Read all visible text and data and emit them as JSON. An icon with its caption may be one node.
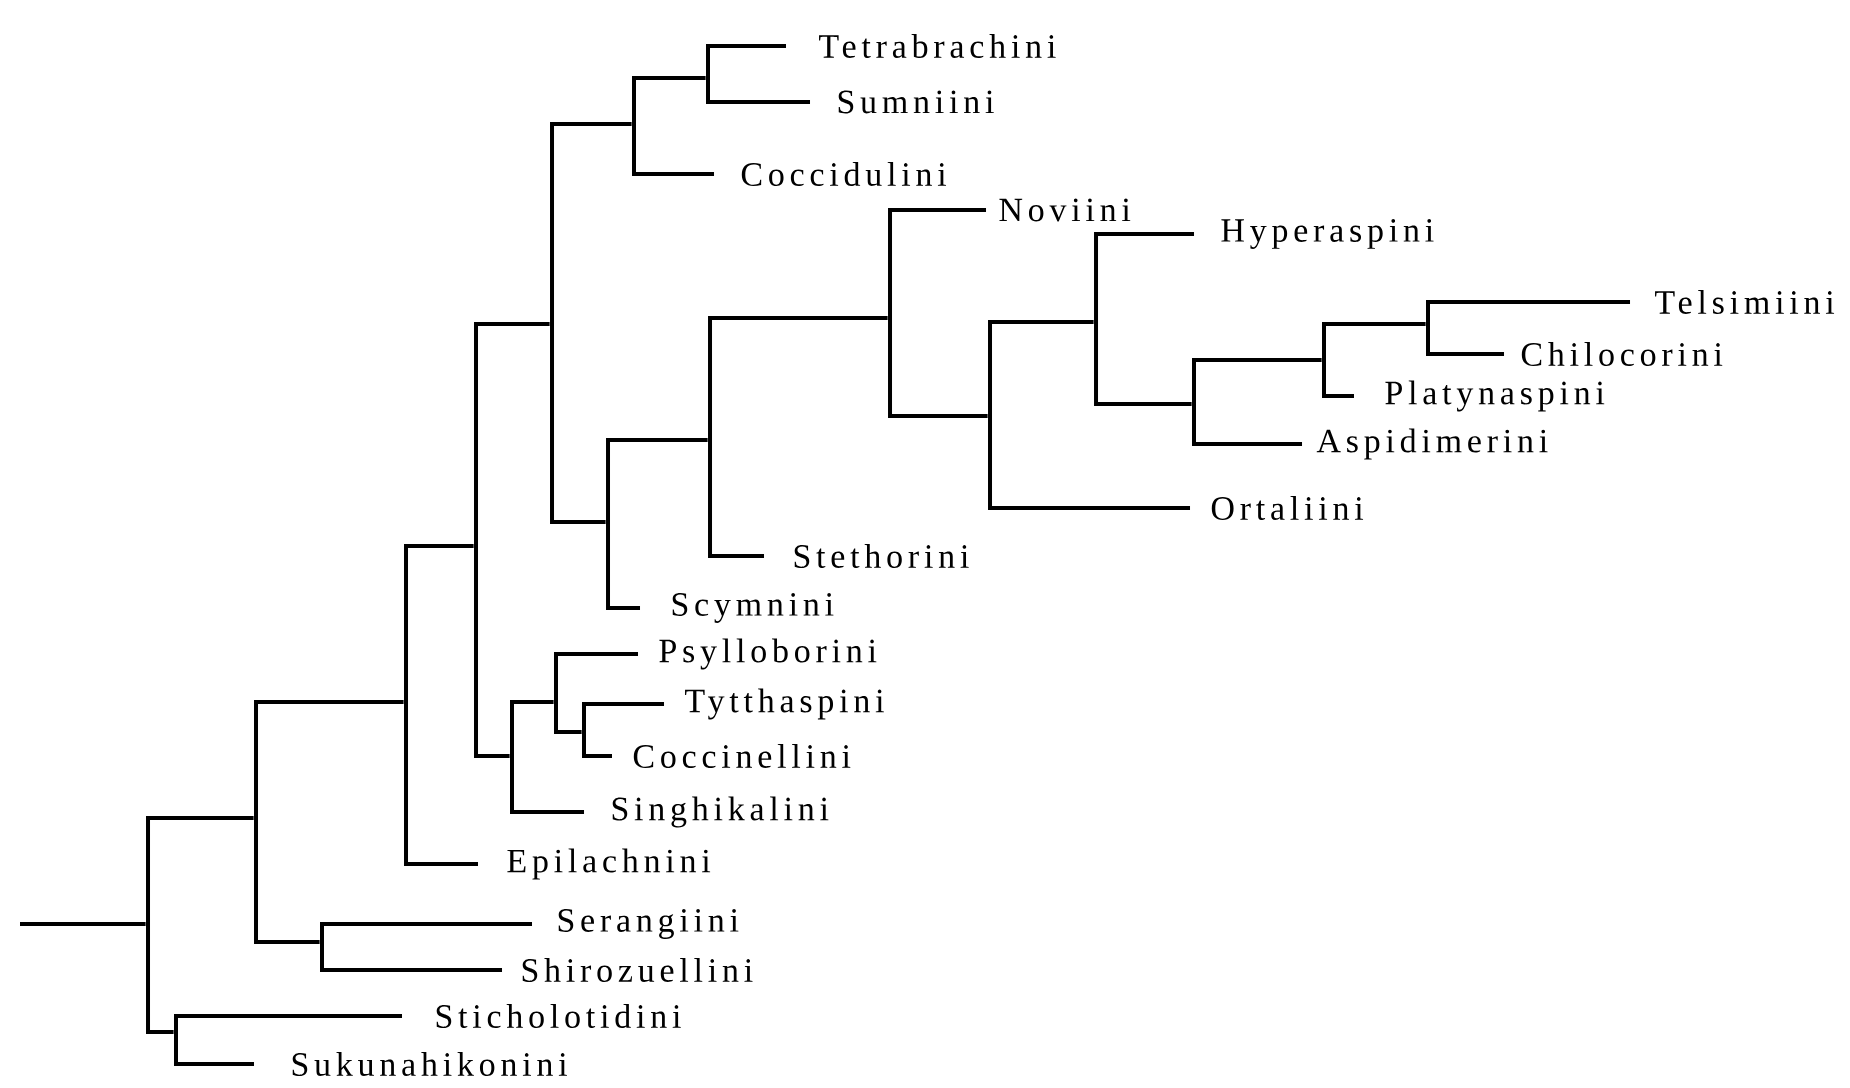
{
  "diagram": {
    "nodes": [
      {
        "text": [
          "Tetrabrachini"
        ]
      },
      {
        "text": [
          "Sumniini"
        ]
      },
      {
        "text": [
          "Coccidulini"
        ]
      },
      {
        "text": [
          "Noviini"
        ]
      },
      {
        "text": [
          "Hyperaspini"
        ]
      },
      {
        "text": [
          "Telsimiini"
        ]
      },
      {
        "text": [
          "Chilocorini"
        ]
      },
      {
        "text": [
          "Platynaspini"
        ]
      },
      {
        "text": [
          "Aspidimerini"
        ]
      },
      {
        "text": [
          "Ortaliini"
        ]
      },
      {
        "text": [
          "Stethorini"
        ]
      },
      {
        "text": [
          "Scymnini"
        ]
      },
      {
        "text": [
          "Psylloborini"
        ]
      },
      {
        "text": [
          "Tytthaspini"
        ]
      },
      {
        "text": [
          "Coccinellini"
        ]
      },
      {
        "text": [
          "Singhikalini"
        ]
      },
      {
        "text": [
          "Epilachnini"
        ]
      },
      {
        "text": [
          "Serangiini"
        ]
      },
      {
        "text": [
          "Shirozuellini"
        ]
      },
      {
        "text": [
          "Sticholotidini"
        ]
      },
      {
        "text": [
          "Sukunahikonini"
        ]
      },
      {
        "text": [],
        "shape": "bar"
      },
      {
        "text": [],
        "shape": "bar"
      },
      {
        "text": [],
        "shape": "bar"
      },
      {
        "text": [],
        "shape": "bar"
      },
      {
        "text": [],
        "shape": "bar"
      },
      {
        "text": [],
        "shape": "bar"
      },
      {
        "text": [],
        "shape": "bar"
      },
      {
        "text": [],
        "shape": "bar"
      },
      {
        "text": [],
        "shape": "bar"
      },
      {
        "text": [],
        "shape": "bar"
      },
      {
        "text": [],
        "shape": "bar"
      },
      {
        "text": [],
        "shape": "bar"
      },
      {
        "text": [],
        "shape": "bar"
      },
      {
        "text": [],
        "shape": "bar"
      },
      {
        "text": [],
        "shape": "bar"
      },
      {
        "text": [],
        "shape": "bar"
      },
      {
        "text": [],
        "shape": "bar"
      },
      {
        "text": [],
        "shape": "bar"
      },
      {
        "text": [],
        "shape": "bar"
      },
      {
        "text": [],
        "shape": "bar"
      }
    ],
    "edges": [
      {
        "from": null,
        "to": 21,
        "arrow": "none"
      },
      {
        "from": 21,
        "to": 22,
        "arrow": "none"
      },
      {
        "from": 21,
        "to": 40,
        "arrow": "none"
      },
      {
        "from": 40,
        "to": 19,
        "arrow": "none"
      },
      {
        "from": 40,
        "to": 20,
        "arrow": "none"
      },
      {
        "from": 22,
        "to": 23,
        "arrow": "none"
      },
      {
        "from": 22,
        "to": 39,
        "arrow": "none"
      },
      {
        "from": 39,
        "to": 17,
        "arrow": "none"
      },
      {
        "from": 39,
        "to": 18,
        "arrow": "none"
      },
      {
        "from": 23,
        "to": 24,
        "arrow": "none"
      },
      {
        "from": 23,
        "to": 16,
        "arrow": "none"
      },
      {
        "from": 24,
        "to": 25,
        "arrow": "none"
      },
      {
        "from": 24,
        "to": 36,
        "arrow": "none"
      },
      {
        "from": 36,
        "to": 37,
        "arrow": "none"
      },
      {
        "from": 36,
        "to": 15,
        "arrow": "none"
      },
      {
        "from": 37,
        "to": 12,
        "arrow": "none"
      },
      {
        "from": 37,
        "to": 38,
        "arrow": "none"
      },
      {
        "from": 38,
        "to": 13,
        "arrow": "none"
      },
      {
        "from": 38,
        "to": 14,
        "arrow": "none"
      },
      {
        "from": 25,
        "to": 26,
        "arrow": "none"
      },
      {
        "from": 25,
        "to": 28,
        "arrow": "none"
      },
      {
        "from": 26,
        "to": 27,
        "arrow": "none"
      },
      {
        "from": 26,
        "to": 2,
        "arrow": "none"
      },
      {
        "from": 27,
        "to": 0,
        "arrow": "none"
      },
      {
        "from": 27,
        "to": 1,
        "arrow": "none"
      },
      {
        "from": 28,
        "to": 29,
        "arrow": "none"
      },
      {
        "from": 28,
        "to": 11,
        "arrow": "none"
      },
      {
        "from": 29,
        "to": 30,
        "arrow": "none"
      },
      {
        "from": 29,
        "to": 10,
        "arrow": "none"
      },
      {
        "from": 30,
        "to": 3,
        "arrow": "none"
      },
      {
        "from": 30,
        "to": 31,
        "arrow": "none"
      },
      {
        "from": 31,
        "to": 32,
        "arrow": "none"
      },
      {
        "from": 31,
        "to": 9,
        "arrow": "none"
      },
      {
        "from": 32,
        "to": 4,
        "arrow": "none"
      },
      {
        "from": 32,
        "to": 33,
        "arrow": "none"
      },
      {
        "from": 33,
        "to": 34,
        "arrow": "none"
      },
      {
        "from": 33,
        "to": 8,
        "arrow": "none"
      },
      {
        "from": 34,
        "to": 35,
        "arrow": "none"
      },
      {
        "from": 34,
        "to": 7,
        "arrow": "none"
      },
      {
        "from": 35,
        "to": 5,
        "arrow": "none"
      },
      {
        "from": 35,
        "to": 6,
        "arrow": "none"
      }
    ]
  }
}
